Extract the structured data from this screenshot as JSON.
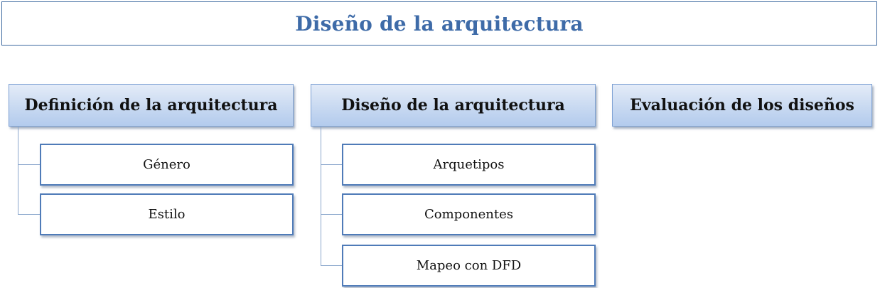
{
  "title": "Diseño de la arquitectura",
  "columns": [
    {
      "header": "Definición de la arquitectura",
      "children": [
        "Género",
        "Estilo"
      ]
    },
    {
      "header": "Diseño de la arquitectura",
      "children": [
        "Arquetipos",
        "Componentes",
        "Mapeo con DFD"
      ]
    },
    {
      "header": "Evaluación de los diseños",
      "children": []
    }
  ],
  "colors": {
    "title_text": "#3e6ba8",
    "title_border": "#3e6aa0",
    "header_fill_top": "#e4ecf8",
    "header_fill_bottom": "#b3cbed",
    "child_border": "#4f7bb8",
    "connector": "#8aa6cc"
  }
}
